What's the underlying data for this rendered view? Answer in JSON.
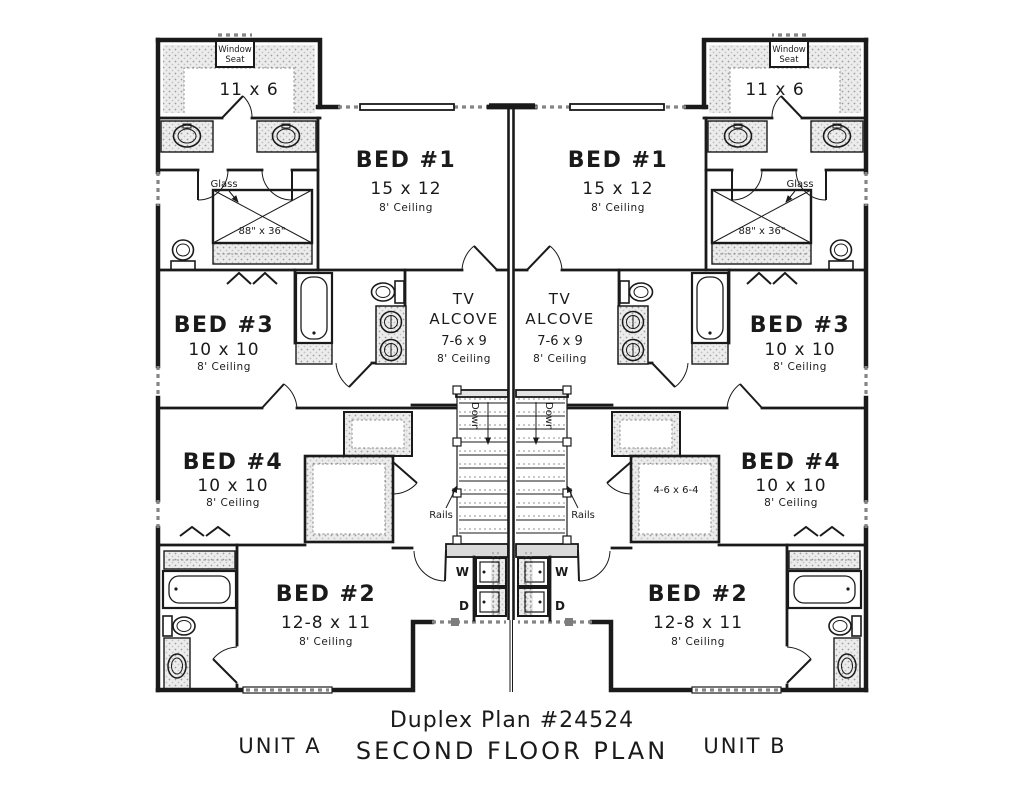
{
  "drawing": {
    "title": "Duplex Plan #24524",
    "subtitle": "SECOND FLOOR PLAN",
    "unit_a": "UNIT A",
    "unit_b": "UNIT B"
  },
  "rooms": {
    "bed1": {
      "name": "BED #1",
      "dim": "15 x 12",
      "ceiling": "8' Ceiling"
    },
    "bed2": {
      "name": "BED #2",
      "dim": "12-8 x 11",
      "ceiling": "8' Ceiling"
    },
    "bed3": {
      "name": "BED #3",
      "dim": "10 x 10",
      "ceiling": "8' Ceiling"
    },
    "bed4": {
      "name": "BED #4",
      "dim": "10 x 10",
      "ceiling": "8' Ceiling"
    },
    "tv_alcove": {
      "line1": "TV",
      "line2": "ALCOVE",
      "dim": "7-6 x 9",
      "ceiling": "8' Ceiling"
    },
    "walkin_closet": {
      "seat_line1": "Window",
      "seat_line2": "Seat",
      "dim": "11 x 6"
    },
    "bed4_closet": {
      "dim": "4-6 x 6-4"
    }
  },
  "fixtures": {
    "shower_dim": "88\" x 36\"",
    "glass_note": "Glass",
    "washer": "W",
    "dryer": "D"
  },
  "stairs": {
    "direction": "Down",
    "rails_note": "Rails"
  },
  "colors": {
    "line": "#1a1a1a",
    "shading": "#ebebeb",
    "paper": "#ffffff"
  }
}
